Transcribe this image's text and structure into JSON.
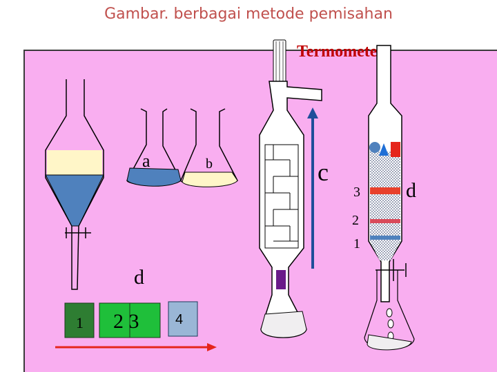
{
  "title": "Gambar. berbagai metode pemisahan",
  "labels": {
    "thermometer": "Termometer",
    "a": "a",
    "b": "b",
    "c": "c",
    "d_right": "d",
    "d_left": "d",
    "n3_right": "3",
    "n2_right": "2",
    "n1_right": "1",
    "box1": "1",
    "box23": "2 3",
    "box4": "4"
  },
  "colors": {
    "panel": "#f9aef0",
    "title": "#c0504d",
    "blue_liquid": "#4f81bd",
    "cream_liquid": "#fff6c8",
    "dark_green": "#2e7d32",
    "green": "#1fbf3a",
    "arrow_red": "#e5251b",
    "purple": "#6a1b8a"
  }
}
